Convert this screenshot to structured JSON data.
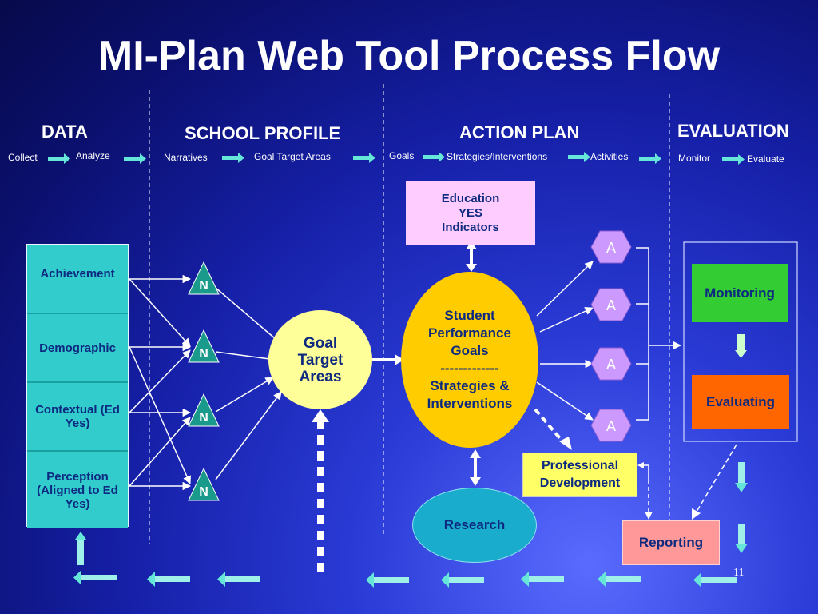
{
  "title": "MI-Plan Web Tool Process Flow",
  "sections": {
    "data": "DATA",
    "school_profile": "SCHOOL PROFILE",
    "action_plan": "ACTION PLAN",
    "evaluation": "EVALUATION"
  },
  "steps": {
    "collect": "Collect",
    "analyze": "Analyze",
    "narratives": "Narratives",
    "goal_target_areas": "Goal Target Areas",
    "goals": "Goals",
    "strategies": "Strategies/Interventions",
    "activities": "Activities",
    "monitor": "Monitor",
    "evaluate": "Evaluate"
  },
  "data_categories": [
    "Achievement",
    "Demographic",
    "Contextual (Ed Yes)",
    "Perception (Aligned to Ed Yes)"
  ],
  "narrative_marker": "N",
  "activity_marker": "A",
  "goal_target_node": "Goal Target Areas",
  "spg_node": {
    "line1": "Student Performance Goals",
    "divider": "-------------",
    "line2": "Strategies & Interventions"
  },
  "indicators_box": "Education YES Indicators",
  "research": "Research",
  "professional_development": "Professional Development",
  "monitoring": "Monitoring",
  "evaluating": "Evaluating",
  "reporting": "Reporting",
  "page_number": "11",
  "colors": {
    "teal": "#33cccc",
    "yellow": "#ffff66",
    "gold": "#ffcc00",
    "pink": "#ffccff",
    "green": "#33cc33",
    "orange": "#ff6600",
    "salmon": "#ff9999",
    "violet": "#cc99ff",
    "arrow": "#66e6d8"
  }
}
